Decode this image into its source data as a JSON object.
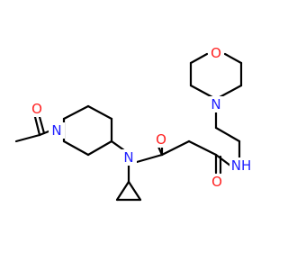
{
  "atom_colors": {
    "N": "#1f1fff",
    "O": "#ff2020",
    "bond": "#000000"
  },
  "atoms": {
    "o_morpholine": "O",
    "n_morpholine": "N",
    "n_amide_right": "NH",
    "o_amide_right": "O",
    "o_amide_left": "O",
    "n_amide_center": "N",
    "n_piperidine": "N",
    "o_acetyl": "O"
  }
}
